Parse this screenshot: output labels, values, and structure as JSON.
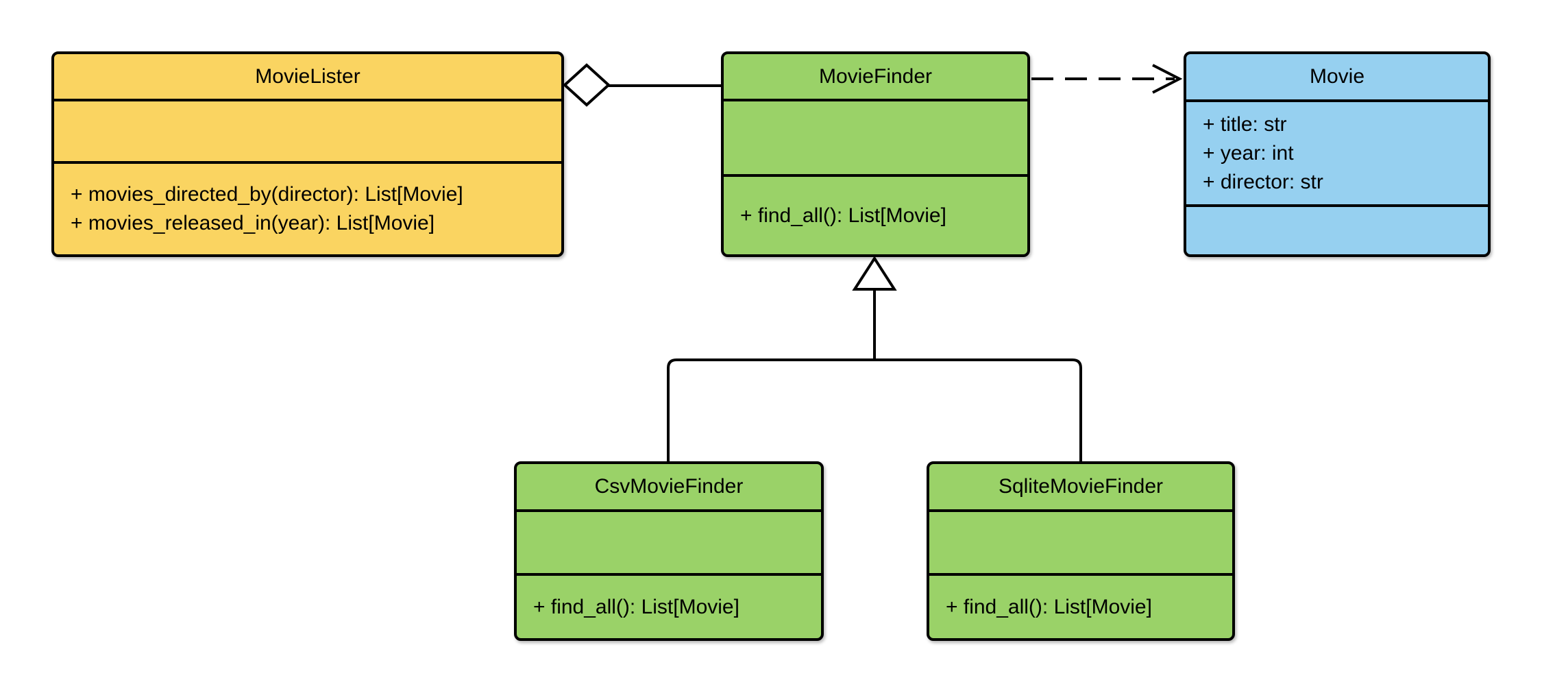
{
  "diagram": {
    "kind": "uml-class-diagram",
    "background": "#FFFFFF"
  },
  "colors": {
    "yellow": "#FAD461",
    "green": "#9AD268",
    "blue": "#96D0F0",
    "stroke": "#000000",
    "marker_fill": "#FFFFFF"
  },
  "classes": [
    {
      "name": "MovieLister",
      "fill": "yellow",
      "attributes": [],
      "methods": [
        "+ movies_directed_by(director): List[Movie]",
        "+ movies_released_in(year): List[Movie]"
      ]
    },
    {
      "name": "MovieFinder",
      "fill": "green",
      "attributes": [],
      "methods": [
        "+ find_all(): List[Movie]"
      ]
    },
    {
      "name": "Movie",
      "fill": "blue",
      "attributes": [
        "+ title: str",
        "+ year: int",
        "+ director: str"
      ],
      "methods": []
    },
    {
      "name": "CsvMovieFinder",
      "fill": "green",
      "attributes": [],
      "methods": [
        "+ find_all(): List[Movie]"
      ]
    },
    {
      "name": "SqliteMovieFinder",
      "fill": "green",
      "attributes": [],
      "methods": [
        "+ find_all(): List[Movie]"
      ]
    }
  ],
  "relationships": [
    {
      "type": "aggregation",
      "from": "MovieLister",
      "to": "MovieFinder",
      "line": "solid",
      "marker": "hollow-diamond"
    },
    {
      "type": "dependency",
      "from": "MovieFinder",
      "to": "Movie",
      "line": "dashed",
      "marker": "open-arrow"
    },
    {
      "type": "generalization",
      "from": "CsvMovieFinder",
      "to": "MovieFinder",
      "line": "solid",
      "marker": "hollow-triangle"
    },
    {
      "type": "generalization",
      "from": "SqliteMovieFinder",
      "to": "MovieFinder",
      "line": "solid",
      "marker": "hollow-triangle"
    }
  ]
}
